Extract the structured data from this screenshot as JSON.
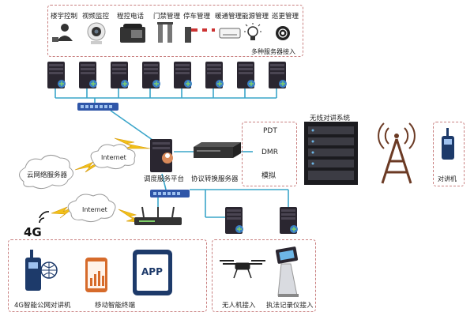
{
  "top_devices": [
    {
      "label": "楼宇控制",
      "icon": "building-control-icon"
    },
    {
      "label": "视频监控",
      "icon": "camera-icon"
    },
    {
      "label": "程控电话",
      "icon": "telephone-icon"
    },
    {
      "label": "门禁管理",
      "icon": "gate-icon"
    },
    {
      "label": "停车管理",
      "icon": "parking-barrier-icon"
    },
    {
      "label": "暖通管理",
      "icon": "air-conditioner-icon"
    },
    {
      "label": "能源管理",
      "icon": "lightbulb-icon"
    },
    {
      "label": "巡更管理",
      "icon": "patrol-icon"
    }
  ],
  "top_group_caption": "多种服务器接入",
  "cloud_server": "云网络服务器",
  "internet_1": "Internet",
  "internet_2": "Internet",
  "label_4g": "4G",
  "dispatch_platform": "调度服务平台",
  "protocol_server": "协议转换服务器",
  "radio_modes": [
    "PDT",
    "DMR",
    "模拟"
  ],
  "wireless_system": "无线对讲系统",
  "walkie_label": "对讲机",
  "bottom_left": [
    {
      "label": "4G智能公网对讲机",
      "icon": "walkie-talkie-4g-icon"
    },
    {
      "label": "移动智能终端",
      "icon": "smartphone-icon"
    },
    {
      "label": "APP",
      "icon": "tablet-app-icon"
    }
  ],
  "app_text": "APP",
  "bottom_right": [
    {
      "label": "无人机接入",
      "icon": "drone-icon"
    },
    {
      "label": "执法记录仪接入",
      "icon": "recorder-kiosk-icon"
    }
  ],
  "colors": {
    "dashed_border": "#c98080",
    "link_line": "#3aa5c9",
    "server_dark": "#2a2630",
    "switch_blue": "#2f56a8",
    "lightning": "#f2c018",
    "tower": "#6b3a24"
  }
}
